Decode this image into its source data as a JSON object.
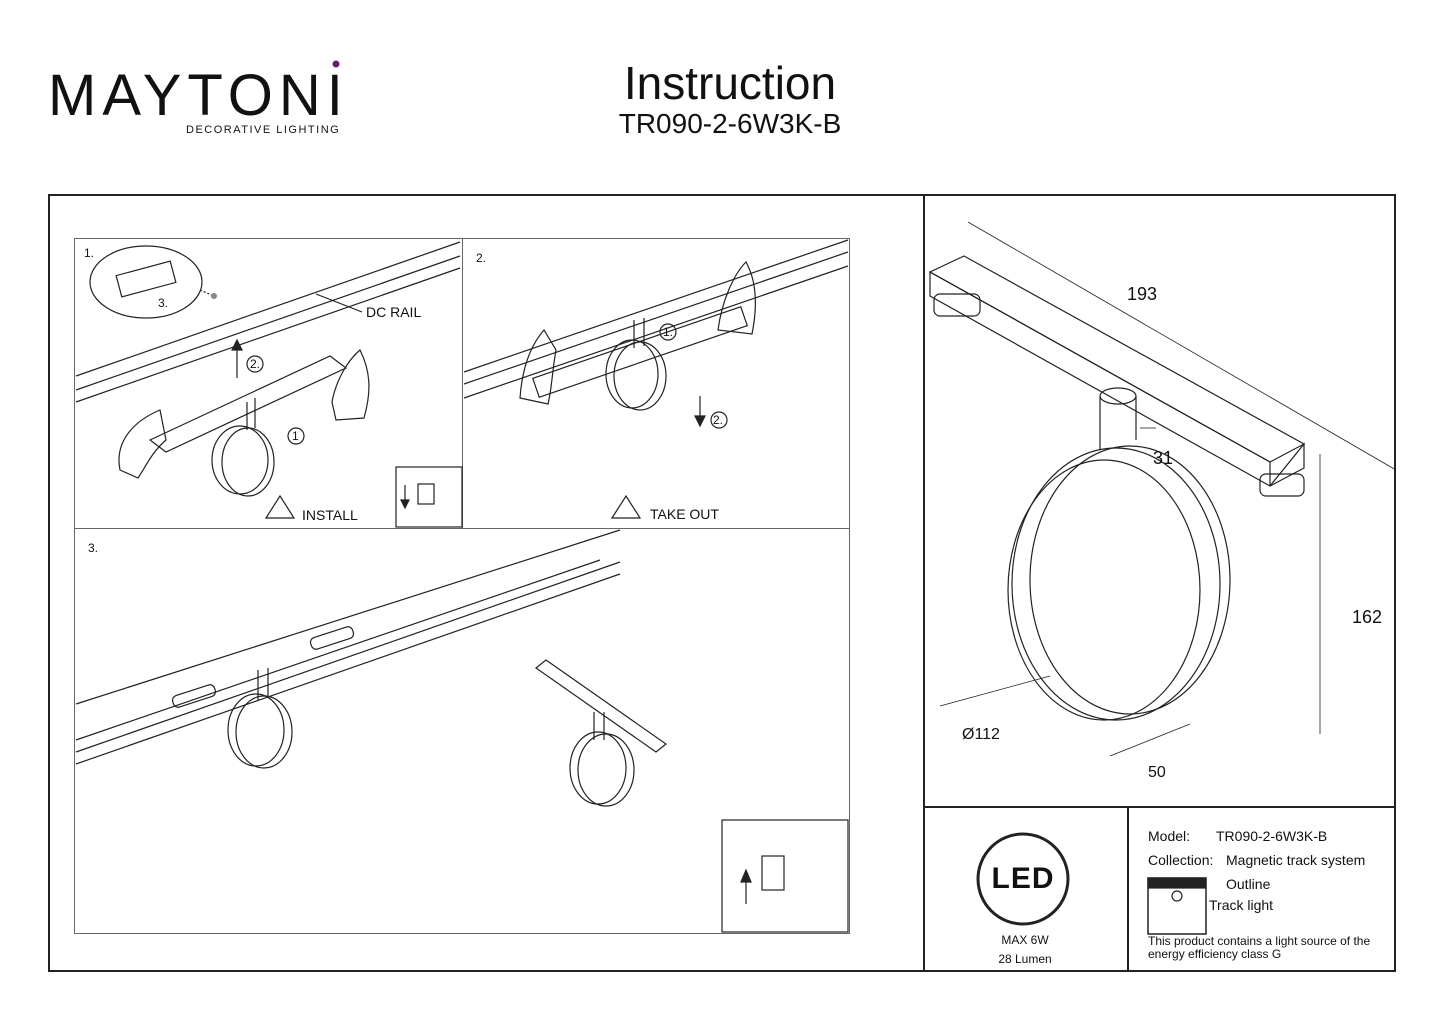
{
  "brand": {
    "name": "MAYTONI",
    "tagline": "DECORATIVE LIGHTING"
  },
  "header": {
    "title": "Instruction",
    "model": "TR090-2-6W3K-B"
  },
  "steps": {
    "s1": {
      "number": "1.",
      "rail_label": "DC RAIL",
      "caption": "INSTALL",
      "marker_a": "1",
      "marker_b": "2.",
      "marker_c": "3."
    },
    "s2": {
      "number": "2.",
      "caption": "TAKE OUT",
      "marker_a": "1.",
      "marker_b": "2."
    },
    "s3": {
      "number": "3."
    }
  },
  "dimensions": {
    "length": "193",
    "stem": "31",
    "height": "162",
    "diameter": "Ø112",
    "depth": "50"
  },
  "led": {
    "badge": "LED",
    "power": "MAX 6W",
    "lumen": "28 Lumen"
  },
  "spec": {
    "model_label": "Model:",
    "model_value": "TR090-2-6W3K-B",
    "collection_label": "Collection:",
    "collection_value": "Magnetic track system",
    "type1": "Outline",
    "type2": "Track light",
    "note": "This product contains a light source of the energy efficiency class G"
  },
  "colors": {
    "logo_dot": "#6a1b6e",
    "line": "#222222"
  },
  "icons": [
    "warning-icon",
    "led-icon",
    "power-off-icon",
    "power-on-icon",
    "track-light-icon",
    "hand-icon"
  ]
}
